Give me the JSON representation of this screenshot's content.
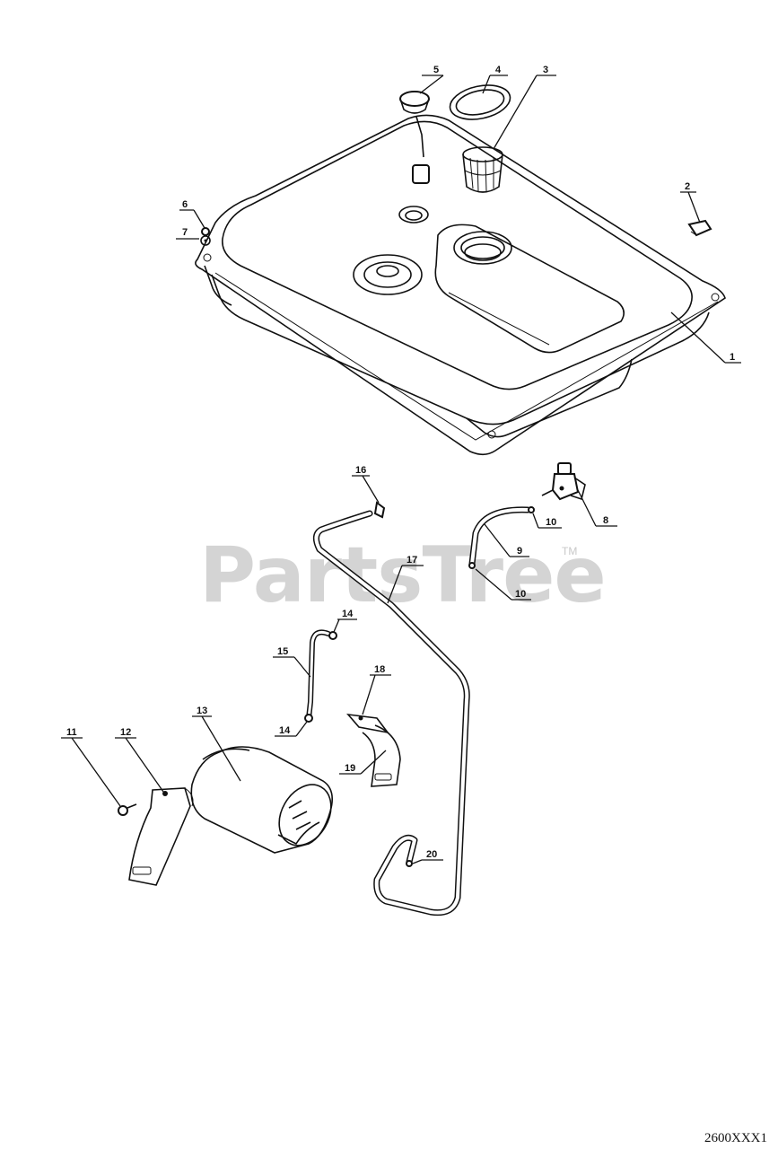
{
  "watermark": {
    "text": "PartsTree",
    "trademark": "TM"
  },
  "diagram_code": "2600XXX1",
  "callouts": {
    "c1": "1",
    "c2": "2",
    "c3": "3",
    "c4": "4",
    "c5": "5",
    "c6": "6",
    "c7": "7",
    "c8": "8",
    "c9": "9",
    "c10a": "10",
    "c10b": "10",
    "c11": "11",
    "c12": "12",
    "c13": "13",
    "c14a": "14",
    "c14b": "14",
    "c15": "15",
    "c16": "16",
    "c17": "17",
    "c18": "18",
    "c19": "19",
    "c20": "20"
  }
}
